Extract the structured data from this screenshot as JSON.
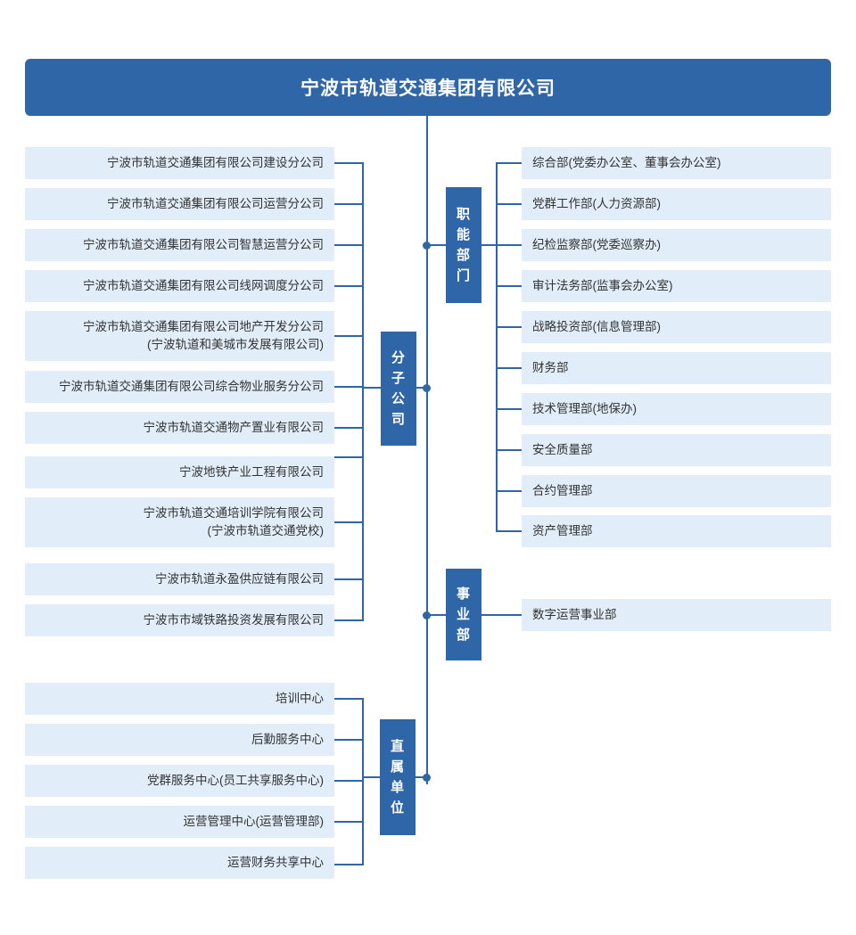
{
  "colors": {
    "brand_blue": "#2e66a8",
    "pill_blue": "#e1eef9",
    "text_dark": "#333333",
    "text_light": "#ffffff"
  },
  "root": {
    "title": "宁波市轨道交通集团有限公司"
  },
  "categories": {
    "functional_departments": "职能部门",
    "subsidiaries": "分子公司",
    "business_divisions": "事业部",
    "direct_units": "直属单位"
  },
  "subsidiaries": {
    "label": "分子公司",
    "items": [
      {
        "name": "宁波市轨道交通集团有限公司建设分公司"
      },
      {
        "name": "宁波市轨道交通集团有限公司运营分公司"
      },
      {
        "name": "宁波市轨道交通集团有限公司智慧运营分公司"
      },
      {
        "name": "宁波市轨道交通集团有限公司线网调度分公司"
      },
      {
        "name": "宁波市轨道交通集团有限公司地产开发分公司\n(宁波轨道和美城市发展有限公司)"
      },
      {
        "name": "宁波市轨道交通集团有限公司综合物业服务分公司"
      },
      {
        "name": "宁波市轨道交通物产置业有限公司"
      },
      {
        "name": "宁波地铁产业工程有限公司"
      },
      {
        "name": "宁波市轨道交通培训学院有限公司\n(宁波市轨道交通党校)"
      },
      {
        "name": "宁波市轨道永盈供应链有限公司"
      },
      {
        "name": "宁波市市域铁路投资发展有限公司"
      }
    ]
  },
  "functional_departments": {
    "label": "职能部门",
    "items": [
      {
        "name": "综合部(党委办公室、董事会办公室)"
      },
      {
        "name": "党群工作部(人力资源部)"
      },
      {
        "name": "纪检监察部(党委巡察办)"
      },
      {
        "name": "审计法务部(监事会办公室)"
      },
      {
        "name": "战略投资部(信息管理部)"
      },
      {
        "name": "财务部"
      },
      {
        "name": "技术管理部(地保办)"
      },
      {
        "name": "安全质量部"
      },
      {
        "name": "合约管理部"
      },
      {
        "name": "资产管理部"
      }
    ]
  },
  "business_divisions": {
    "label": "事业部",
    "items": [
      {
        "name": "数字运营事业部"
      }
    ]
  },
  "direct_units": {
    "label": "直属单位",
    "items": [
      {
        "name": "培训中心"
      },
      {
        "name": "后勤服务中心"
      },
      {
        "name": "党群服务中心(员工共享服务中心)"
      },
      {
        "name": "运营管理中心(运营管理部)"
      },
      {
        "name": "运营财务共享中心"
      }
    ]
  }
}
